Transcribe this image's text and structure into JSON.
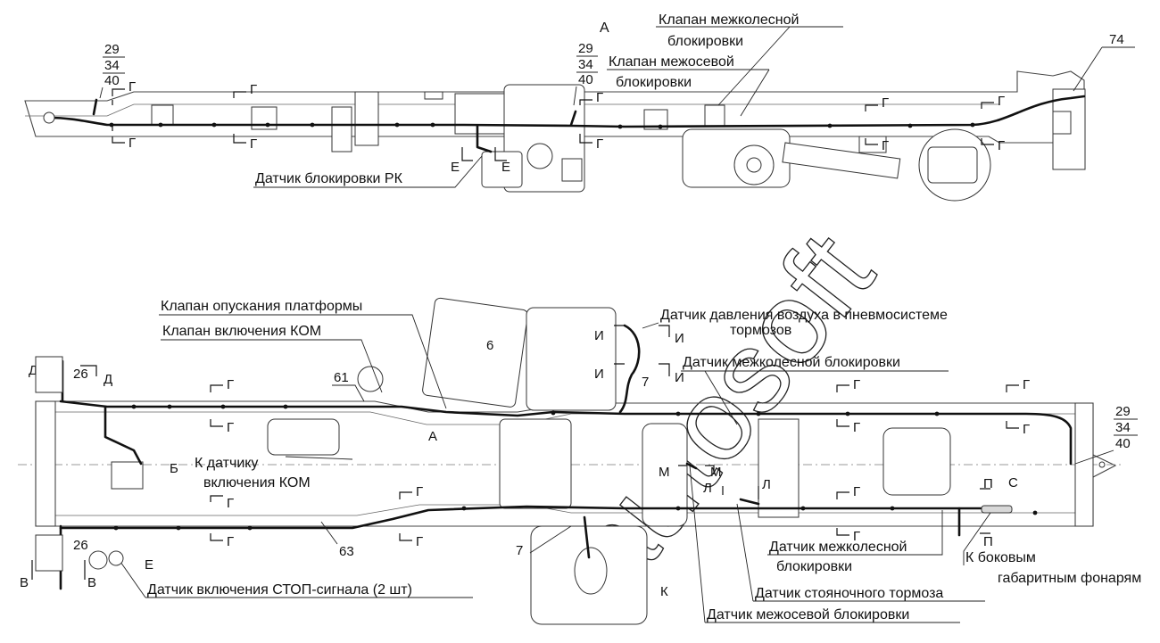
{
  "watermark": "autosoft",
  "top_view": {
    "callout_left": [
      "29",
      "34",
      "40"
    ],
    "callout_mid": [
      "29",
      "34",
      "40"
    ],
    "view_letter_a": "А",
    "callout_74": "74",
    "section_g": "Г",
    "section_e": "Е",
    "label_interwheel_valve": [
      "Клапан межколесной",
      "блокировки"
    ],
    "label_interaxle_valve": [
      "Клапан межосевой",
      "блокировки"
    ],
    "label_transfer_sensor": "Датчик блокировки РК"
  },
  "bottom_view": {
    "label_platform_valve": "Клапан опускания платформы",
    "label_pto_valve": "Клапан включения КОМ",
    "label_air_pressure_sensor": [
      "Датчик давления воздуха в пневмосистеме",
      "тормозов"
    ],
    "label_interwheel_sensor_top": "Датчик межколесной блокировки",
    "label_pto_sensor": [
      "К датчику",
      "включения КОМ"
    ],
    "label_interwheel_sensor_bottom": [
      "Датчик межколесной",
      "блокировки"
    ],
    "label_side_lights": [
      "К боковым",
      "габаритным фонарям"
    ],
    "label_parking_brake": "Датчик стояночного тормоза",
    "label_interaxle_sensor": "Датчик межосевой блокировки",
    "label_stop_sensor": "Датчик включения СТОП-сигнала (2 шт)",
    "callout_right": [
      "29",
      "34",
      "40"
    ],
    "num_26a": "26",
    "num_26b": "26",
    "num_61": "61",
    "num_63": "63",
    "num_6": "6",
    "num_7a": "7",
    "num_7b": "7",
    "letters": {
      "d": "Д",
      "g": "Г",
      "i": "И",
      "b": "Б",
      "a": "А",
      "m": "М",
      "l": "Л",
      "p": "П",
      "c": "С",
      "v": "В",
      "e": "Е",
      "k": "К"
    }
  }
}
